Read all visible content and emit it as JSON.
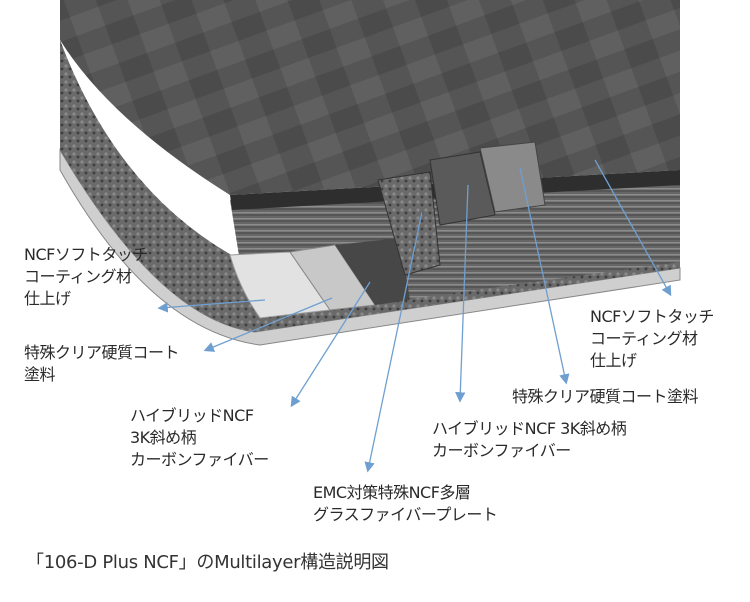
{
  "labels": {
    "left_softtouch": [
      "NCFソフトタッチ",
      "コーティング材",
      "仕上げ"
    ],
    "left_clearcoat": [
      "特殊クリア硬質コート",
      "塗料"
    ],
    "left_hybrid": [
      "ハイブリッドNCF",
      "3K斜め柄",
      "カーボンファイバー"
    ],
    "emc": [
      "EMC対策特殊NCF多層",
      "グラスファイバープレート"
    ],
    "right_hybrid": [
      "ハイブリッドNCF 3K斜め柄",
      "カーボンファイバー"
    ],
    "right_clearcoat": [
      "特殊クリア硬質コート塗料"
    ],
    "right_softtouch": [
      "NCFソフトタッチ",
      "コーティング材",
      "仕上げ"
    ]
  },
  "caption": "「106-D Plus NCF」のMultilayer構造説明図",
  "colors": {
    "arrow": "#6f9fd0",
    "surface": "#4a4a4a",
    "light_layer": "#dcdcdc"
  }
}
